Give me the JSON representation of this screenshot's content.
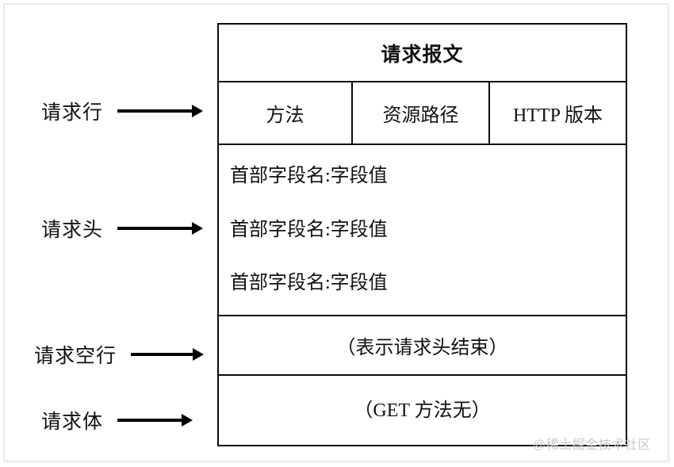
{
  "diagram": {
    "title": "请求报文",
    "watermark": "@稀土掘金技术社区",
    "message_box": {
      "title_row": {
        "label": "请求报文"
      },
      "request_line_row": {
        "cells": [
          {
            "label": "方法"
          },
          {
            "label": "资源路径"
          },
          {
            "label": "HTTP 版本"
          }
        ]
      },
      "headers_row": {
        "lines": [
          "首部字段名:字段值",
          "首部字段名:字段值",
          "首部字段名:字段值"
        ]
      },
      "blank_line_row": {
        "label": "（表示请求头结束）"
      },
      "body_row": {
        "label": "（GET 方法无）"
      }
    },
    "annotations": [
      {
        "label": "请求行",
        "arrow": "arrow-right-icon"
      },
      {
        "label": "请求头",
        "arrow": "arrow-right-icon"
      },
      {
        "label": "请求空行",
        "arrow": "arrow-right-icon"
      },
      {
        "label": "请求体",
        "arrow": "arrow-right-icon"
      }
    ],
    "colors": {
      "line": "#0d0d0d",
      "text": "#111111",
      "frame": "#e3e3e3",
      "watermark": "#c9c9c9",
      "background": "#ffffff"
    }
  }
}
